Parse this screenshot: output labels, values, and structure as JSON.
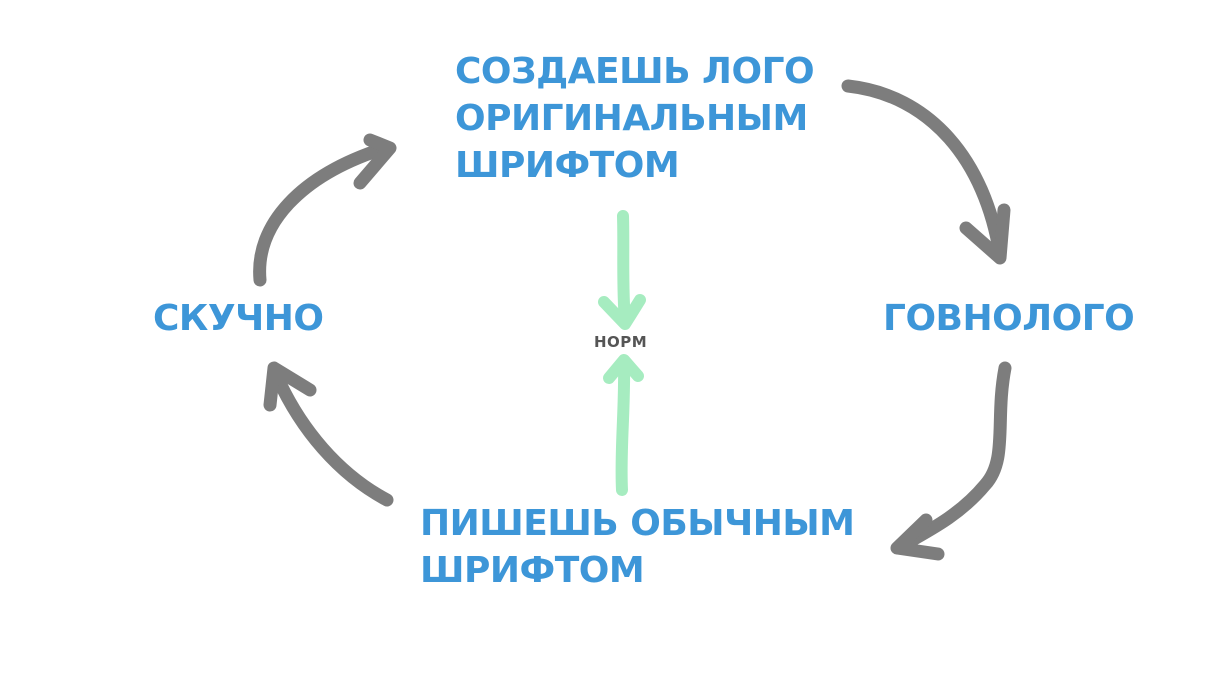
{
  "nodes": {
    "top": {
      "lines": [
        "СОЗДАЕШЬ ЛОГО",
        "ОРИГИНАЛЬНЫМ",
        "ШРИФТОМ"
      ]
    },
    "right": {
      "text": "ГОВНОЛОГО"
    },
    "bottom": {
      "lines": [
        "ПИШЕШЬ ОБЫЧНЫМ",
        "ШРИФТОМ"
      ]
    },
    "left": {
      "text": "СКУЧНО"
    },
    "center": {
      "text": "НОРМ"
    }
  },
  "edges": [
    {
      "from": "top",
      "to": "right",
      "kind": "cycle"
    },
    {
      "from": "right",
      "to": "bottom",
      "kind": "cycle"
    },
    {
      "from": "bottom",
      "to": "left",
      "kind": "cycle"
    },
    {
      "from": "left",
      "to": "top",
      "kind": "cycle"
    },
    {
      "from": "top",
      "to": "center",
      "kind": "converge"
    },
    {
      "from": "bottom",
      "to": "center",
      "kind": "converge"
    }
  ],
  "colors": {
    "label": "#3d96d8",
    "cycle_arrow": "#7d7d7d",
    "converge_arrow": "#a6ecc0",
    "center_label": "#555555",
    "background": "#ffffff"
  }
}
